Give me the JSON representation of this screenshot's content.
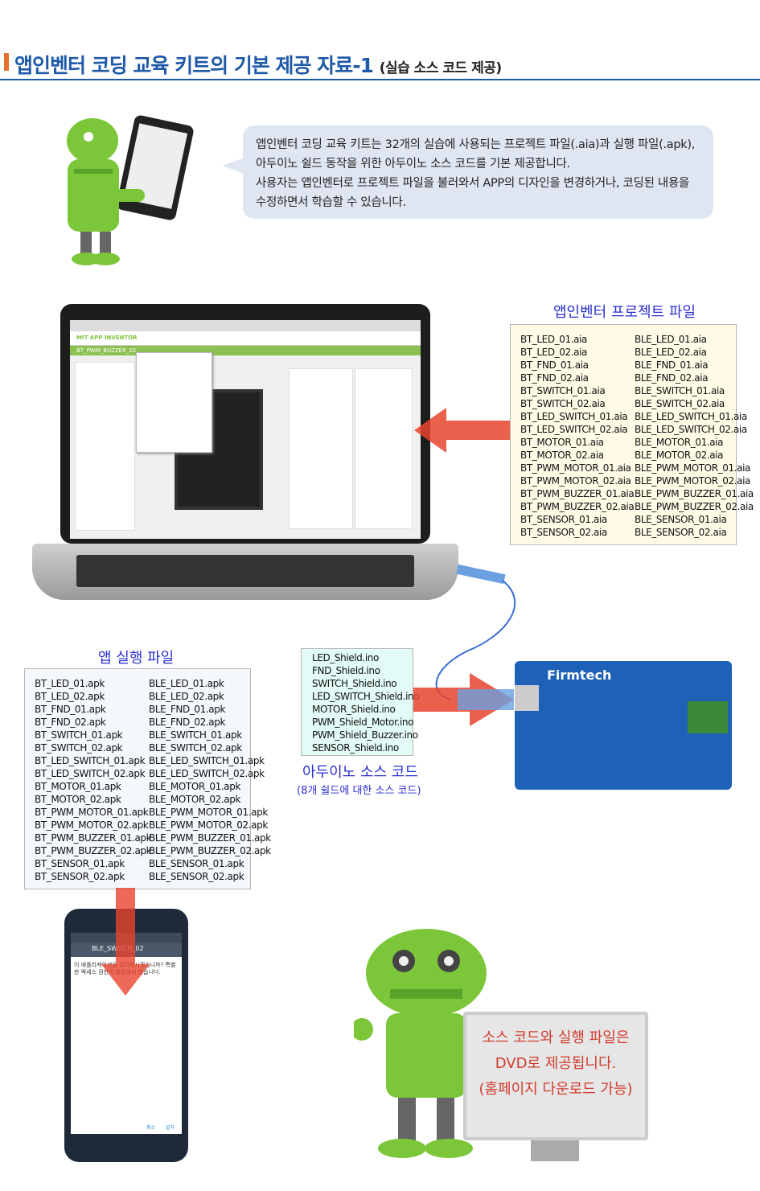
{
  "header": {
    "title": "앱인벤터 코딩 교육 키트의 기본 제공 자료-1",
    "subtitle": "(실습 소스 코드 제공)"
  },
  "intro": {
    "line1": "앱인벤터 코딩 교육 키트는 32개의 실습에 사용되는 프로젝트 파일(.aia)과 실행 파일(.apk),",
    "line2": "아두이노 쉴드 동작을 위한 아두이노 소스 코드를 기본 제공합니다.",
    "line3": "사용자는 앱인벤터로 프로젝트 파일을 불러와서 APP의 디자인을 변경하거나, 코딩된 내용을",
    "line4": "수정하면서 학습할 수 있습니다."
  },
  "project_files": {
    "title": "앱인벤터 프로젝트 파일",
    "bt": [
      "BT_LED_01.aia",
      "BT_LED_02.aia",
      "BT_FND_01.aia",
      "BT_FND_02.aia",
      "BT_SWITCH_01.aia",
      "BT_SWITCH_02.aia",
      "BT_LED_SWITCH_01.aia",
      "BT_LED_SWITCH_02.aia",
      "BT_MOTOR_01.aia",
      "BT_MOTOR_02.aia",
      "BT_PWM_MOTOR_01.aia",
      "BT_PWM_MOTOR_02.aia",
      "BT_PWM_BUZZER_01.aia",
      "BT_PWM_BUZZER_02.aia",
      "BT_SENSOR_01.aia",
      "BT_SENSOR_02.aia"
    ],
    "ble": [
      "BLE_LED_01.aia",
      "BLE_LED_02.aia",
      "BLE_FND_01.aia",
      "BLE_FND_02.aia",
      "BLE_SWITCH_01.aia",
      "BLE_SWITCH_02.aia",
      "BLE_LED_SWITCH_01.aia",
      "BLE_LED_SWITCH_02.aia",
      "BLE_MOTOR_01.aia",
      "BLE_MOTOR_02.aia",
      "BLE_PWM_MOTOR_01.aia",
      "BLE_PWM_MOTOR_02.aia",
      "BLE_PWM_BUZZER_01.aia",
      "BLE_PWM_BUZZER_02.aia",
      "BLE_SENSOR_01.aia",
      "BLE_SENSOR_02.aia"
    ]
  },
  "app_files": {
    "title": "앱 실행 파일",
    "bt": [
      "BT_LED_01.apk",
      "BT_LED_02.apk",
      "BT_FND_01.apk",
      "BT_FND_02.apk",
      "BT_SWITCH_01.apk",
      "BT_SWITCH_02.apk",
      "BT_LED_SWITCH_01.apk",
      "BT_LED_SWITCH_02.apk",
      "BT_MOTOR_01.apk",
      "BT_MOTOR_02.apk",
      "BT_PWM_MOTOR_01.apk",
      "BT_PWM_MOTOR_02.apk",
      "BT_PWM_BUZZER_01.apk",
      "BT_PWM_BUZZER_02.apk",
      "BT_SENSOR_01.apk",
      "BT_SENSOR_02.apk"
    ],
    "ble": [
      "BLE_LED_01.apk",
      "BLE_LED_02.apk",
      "BLE_FND_01.apk",
      "BLE_FND_02.apk",
      "BLE_SWITCH_01.apk",
      "BLE_SWITCH_02.apk",
      "BLE_LED_SWITCH_01.apk",
      "BLE_LED_SWITCH_02.apk",
      "BLE_MOTOR_01.apk",
      "BLE_MOTOR_02.apk",
      "BLE_PWM_MOTOR_01.apk",
      "BLE_PWM_MOTOR_02.apk",
      "BLE_PWM_BUZZER_01.apk",
      "BLE_PWM_BUZZER_02.apk",
      "BLE_SENSOR_01.apk",
      "BLE_SENSOR_02.apk"
    ]
  },
  "arduino": {
    "files": [
      "LED_Shield.ino",
      "FND_Shield.ino",
      "SWITCH_Shield.ino",
      "LED_SWITCH_Shield.ino",
      "MOTOR_Shield.ino",
      "PWM_Shield_Motor.ino",
      "PWM_Shield_Buzzer.ino",
      "SENSOR_Shield.ino"
    ],
    "title": "아두이노 소스 코드",
    "subtitle": "(8개 쉴드에 대한 소스 코드)",
    "board_brand": "Firmtech"
  },
  "phone": {
    "app_title": "BLE_SWITCH_02",
    "message": "이 애플리케이션을 설치하시겠습니까? 특별한 액세스 권한이 필요하지 않습니다.",
    "cancel": "취소",
    "install": "설치"
  },
  "laptop": {
    "app_name": "MIT APP INVENTOR",
    "project_name": "BT_PWM_BUZZER_02"
  },
  "monitor": {
    "line1": "소스 코드와 실행 파일은",
    "line2": "DVD로 제공됩니다.",
    "line3": "(홈페이지 다운로드 가능)"
  },
  "colors": {
    "accent": "#1f5aa8",
    "section_title": "#2a2fd0",
    "arrow": "#e8432e",
    "android_green": "#7cc63a"
  }
}
